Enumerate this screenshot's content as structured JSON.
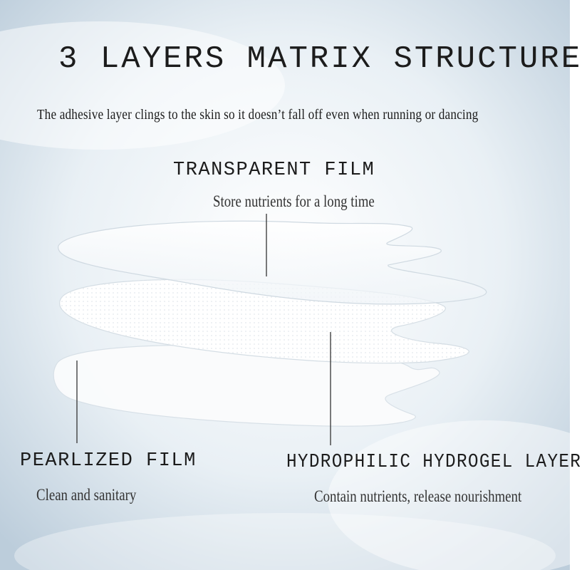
{
  "title": "3 LAYERS MATRIX STRUCTURE",
  "subtitle": "The adhesive layer clings to the skin so it doesn’t fall off even when running or dancing",
  "layers": [
    {
      "name": "TRANSPARENT FILM",
      "description": "Store nutrients for a long time"
    },
    {
      "name": "PEARLIZED FILM",
      "description": "Clean and sanitary"
    },
    {
      "name": "HYDROPHILIC HYDROGEL LAYER",
      "description": "Contain nutrients, release nourishment"
    }
  ],
  "colors": {
    "background": "#dfe9f1",
    "text": "#1c1c1c",
    "film": "#ffffff"
  }
}
